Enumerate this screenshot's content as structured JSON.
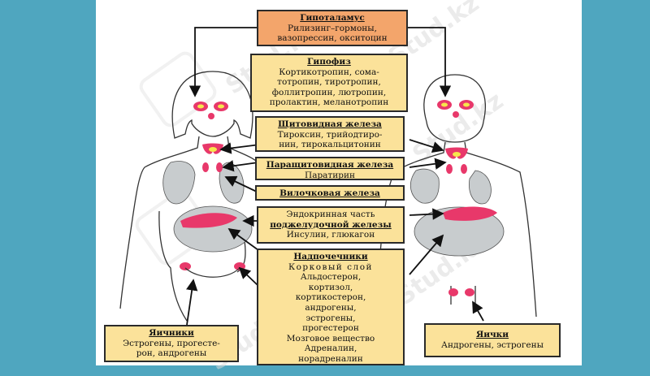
{
  "colors": {
    "background": "#4fa6bf",
    "panel": "#ffffff",
    "box_fill": "#fbe29a",
    "hypothalamus_fill": "#f3a56b",
    "gland": "#e8386a",
    "gland_highlight": "#f7e64b"
  },
  "watermark": "Stud.kz",
  "boxes": {
    "hypothalamus": {
      "title": "Гипоталамус",
      "lines": [
        "Рилизинг–гормоны,",
        "вазопрессин, окситоцин"
      ]
    },
    "pituitary": {
      "title": "Гипофиз",
      "lines": [
        "Кортикотропин, сома-",
        "тотропин, тиротропин,",
        "фоллитропин, лютропин,",
        "пролактин, меланотропин"
      ]
    },
    "thyroid": {
      "title": "Щитовидная железа",
      "lines": [
        "Тироксин, трийодтиро-",
        "нин, тирокальцитонин"
      ]
    },
    "parathyroid": {
      "title": "Паращитовидная железа",
      "lines": [
        "Паратирин"
      ]
    },
    "thymus": {
      "title": "Вилочковая железа",
      "lines": []
    },
    "pancreas": {
      "caption": [
        "Эндокринная часть",
        "поджелудочной железы"
      ],
      "lines": [
        "Инсулин, глюкагон"
      ]
    },
    "adrenal": {
      "title": "Надпочечники",
      "lines": [
        "Корковый слой",
        "Альдостерон,",
        "кортизол,",
        "кортикостерон,",
        "андрогены,",
        "эстрогены,",
        "прогестерон",
        "Мозговое вещество",
        "Адреналин,",
        "норадреналин"
      ]
    },
    "ovaries": {
      "title": "Яичники",
      "lines": [
        "Эстрогены, прогесте-",
        "рон, андрогены"
      ]
    },
    "testes": {
      "title": "Яички",
      "lines": [
        "Андрогены, эстрогены"
      ]
    }
  }
}
